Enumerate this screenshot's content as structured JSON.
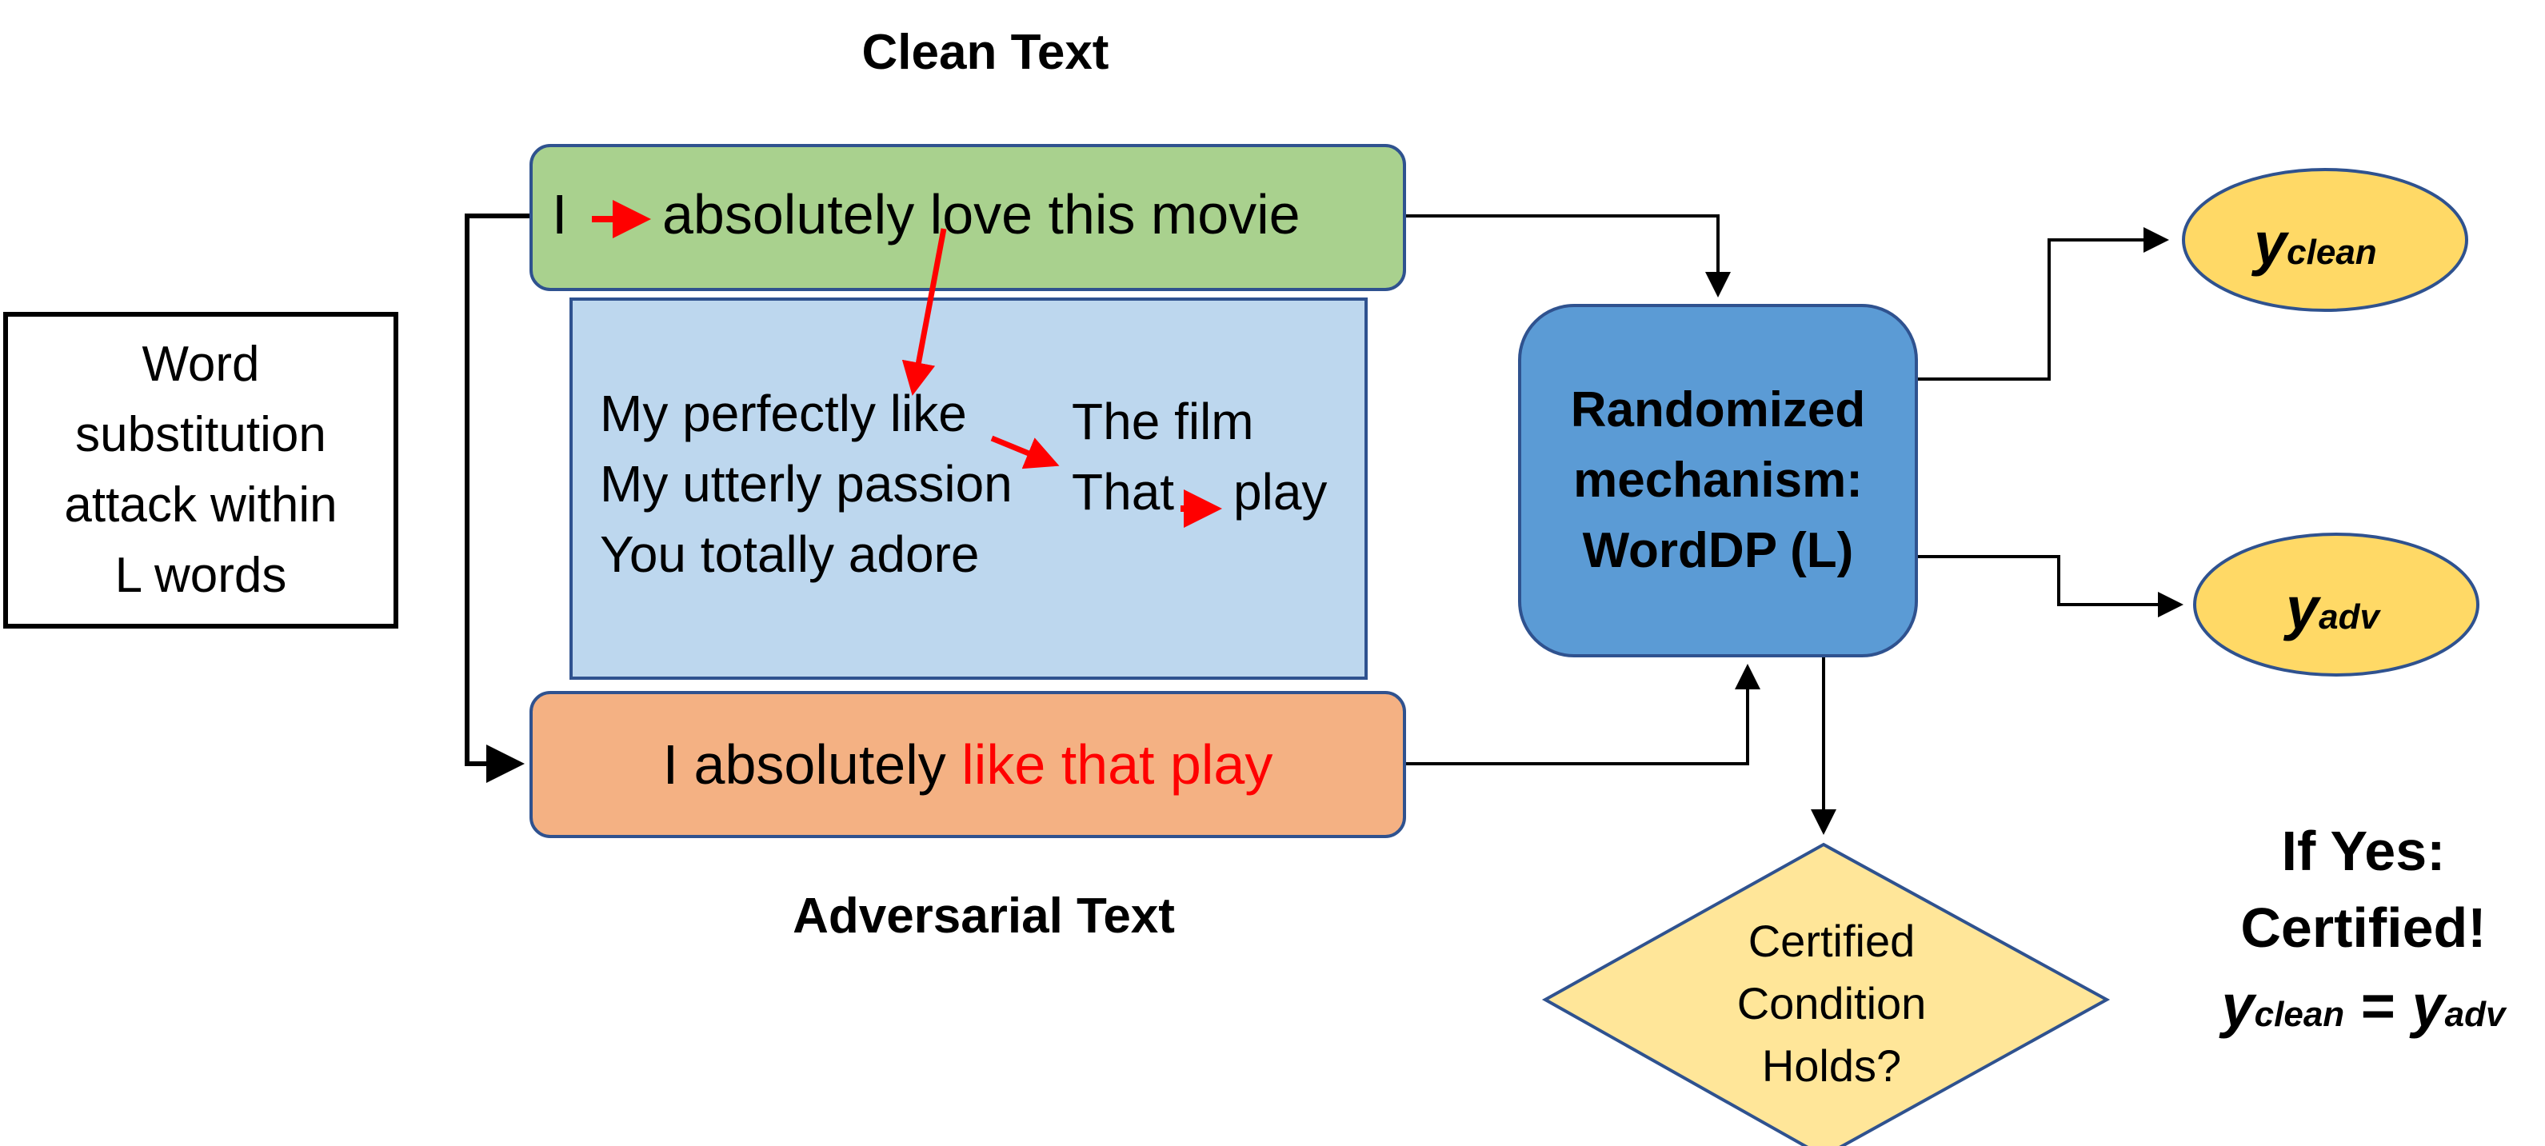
{
  "labels": {
    "clean_title": "Clean Text",
    "adversarial_title": "Adversarial Text",
    "if_yes": "If Yes:",
    "certified": "Certified!"
  },
  "attack_box": {
    "lines": [
      "Word",
      "substitution",
      "attack within",
      "L words"
    ]
  },
  "clean_text": {
    "first_word": "I",
    "rest": "absolutely love this movie"
  },
  "synonyms": {
    "col1": [
      "My perfectly like",
      "My utterly passion",
      "You totally adore"
    ],
    "col2_line1": "The film",
    "col2_line2_a": "That",
    "col2_line2_b": "play"
  },
  "adversarial_text": {
    "prefix": "I absolutely ",
    "changed": "like that play"
  },
  "mechanism": {
    "lines": [
      "Randomized",
      "mechanism:",
      "WordDP (L)"
    ]
  },
  "outputs": {
    "y_clean": {
      "base": "y",
      "sub": "clean"
    },
    "y_adv": {
      "base": "y",
      "sub": "adv"
    }
  },
  "decision": {
    "lines": [
      "Certified",
      "Condition",
      "Holds?"
    ]
  },
  "equation": {
    "left_base": "y",
    "left_sub": "clean",
    "op": "=",
    "right_base": "y",
    "right_sub": "adv"
  },
  "colors": {
    "clean_fill": "#a9d18e",
    "synonym_fill": "#bdd7ee",
    "adversarial_fill": "#f4b183",
    "mechanism_fill": "#5b9bd5",
    "output_fill": "#ffd966",
    "decision_fill": "#ffe699",
    "box_border": "#2f528f",
    "highlight_red": "#ff0000"
  }
}
